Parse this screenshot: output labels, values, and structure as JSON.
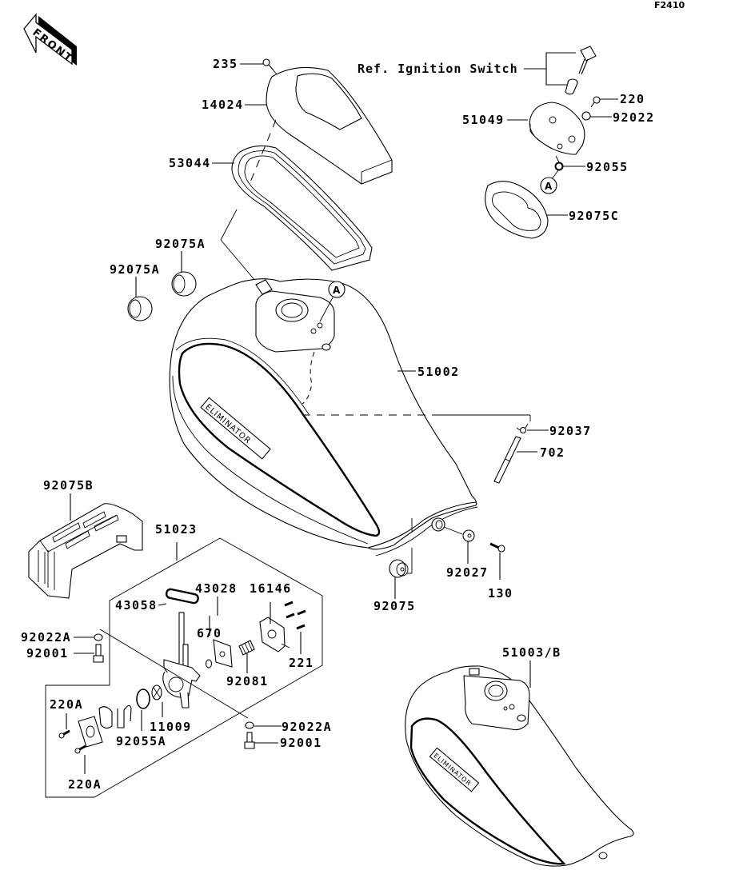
{
  "diagram": {
    "figure_code": "F2410",
    "direction_indicator": "FRONT",
    "reference_note": "Ref. Ignition Switch",
    "callout_letter": "A",
    "tank_logo": "ELIMINATOR",
    "parts": {
      "p235": "235",
      "p14024": "14024",
      "p53044": "53044",
      "p92075A_1": "92075A",
      "p92075A_2": "92075A",
      "p220": "220",
      "p51049": "51049",
      "p92022": "92022",
      "p92055": "92055",
      "p92075C": "92075C",
      "p51002": "51002",
      "p92037": "92037",
      "p702": "702",
      "p92075B": "92075B",
      "p51023": "51023",
      "p92027": "92027",
      "p130": "130",
      "p92075": "92075",
      "p43028": "43028",
      "p16146": "16146",
      "p43058": "43058",
      "p92022A_1": "92022A",
      "p92001_1": "92001",
      "p670": "670",
      "p221": "221",
      "p92081": "92081",
      "p220A_1": "220A",
      "p11009": "11009",
      "p92055A": "92055A",
      "p92022A_2": "92022A",
      "p92001_2": "92001",
      "p220A_2": "220A",
      "p51003B": "51003/B"
    }
  }
}
